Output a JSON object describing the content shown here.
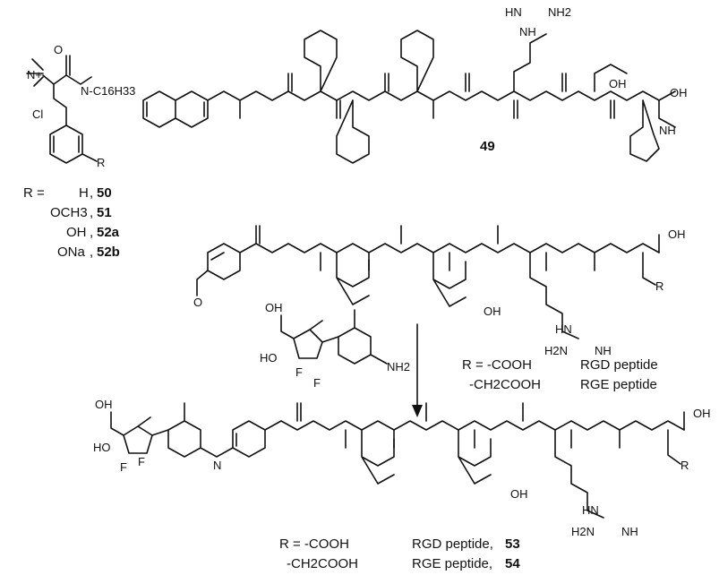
{
  "compounds": {
    "c49": {
      "id": "49"
    },
    "c50": {
      "sub": "H",
      "id": "50"
    },
    "c51": {
      "sub": "OCH3",
      "id": "51"
    },
    "c52a": {
      "sub": "OH",
      "id": "52a"
    },
    "c52b": {
      "sub": "ONa",
      "id": "52b"
    },
    "c53": {
      "r": "R = -COOH",
      "peptide": "RGD peptide,",
      "id": "53"
    },
    "c54": {
      "r": "-CH2COOH",
      "peptide": "RGE peptide,",
      "id": "54"
    }
  },
  "r_legend": {
    "r_label": "R =",
    "middle_r1": "R = -COOH",
    "middle_r2": "-CH2COOH",
    "middle_p1": "RGD peptide",
    "middle_p2": "RGE peptide"
  },
  "atoms": {
    "nh": "NH",
    "h": "H",
    "n": "N",
    "o": "O",
    "oh": "OH",
    "ho": "HO",
    "nh2": "NH2",
    "h2n": "H2N",
    "hn": "HN",
    "r": "R",
    "f": "F",
    "cl": "Cl",
    "n_plus": "N+",
    "c16h33": "N-C16H33",
    "co2h": "OH"
  },
  "colors": {
    "ink": "#111111",
    "background": "#ffffff"
  }
}
